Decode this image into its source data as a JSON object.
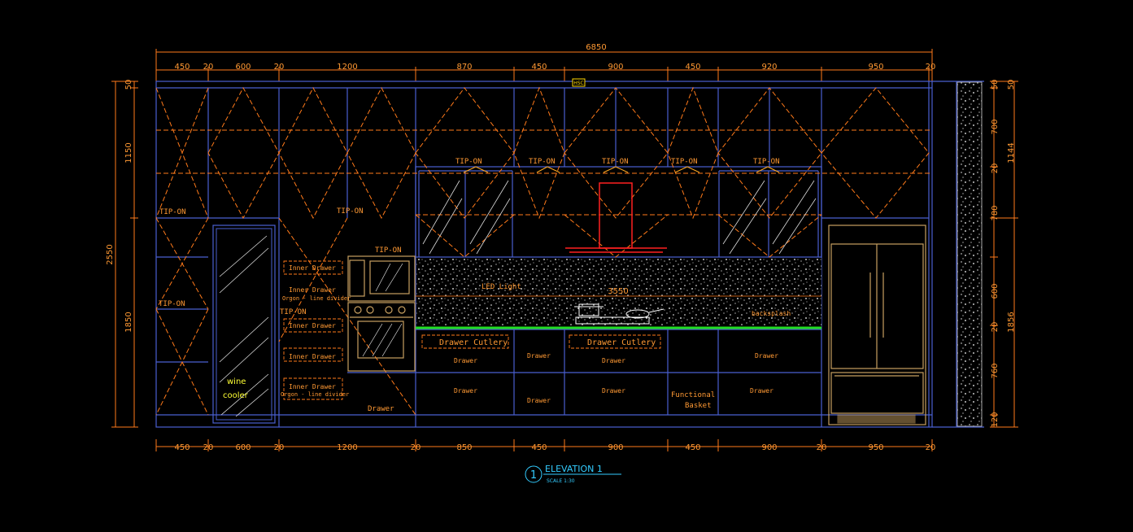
{
  "drawing": {
    "overall_width": "6850",
    "top_dims": [
      "450",
      "20",
      "600",
      "20",
      "1200",
      "870",
      "450",
      "900",
      "450",
      "920",
      "950",
      "20"
    ],
    "bottom_dims": [
      "450",
      "20",
      "600",
      "20",
      "1200",
      "20",
      "850",
      "450",
      "900",
      "450",
      "900",
      "20",
      "950",
      "20"
    ],
    "left_dims": [
      "50",
      "1150",
      "2550",
      "1850"
    ],
    "right_dims": [
      "50",
      "700",
      "20",
      "780",
      "600",
      "20",
      "760",
      "120",
      "50",
      "1144",
      "1856"
    ],
    "labels": {
      "tip_on": "TIP-ON",
      "inner_drawer": "Inner Drawer",
      "orgon_divider": "Orgon - line divider",
      "drawer": "Drawer",
      "drawer_cutlery": "Drawer Cutlery",
      "led_light": "LED Light",
      "dim_3550": "3550",
      "backsplash": "backsplash",
      "functional": "Functional",
      "basket": "Basket",
      "wine": "wine",
      "cooler": "cooler",
      "tag": "HSC"
    },
    "title": {
      "number": "1",
      "name": "ELEVATION 1",
      "scale": "SCALE 1:30"
    }
  },
  "colors": {
    "outline": "#4a5fd0",
    "dashed": "#ff7a1a",
    "text": "#ff9933",
    "wine_text": "#ffff33",
    "hood": "#ff2020",
    "counter": "#22dd22",
    "title": "#33ccff",
    "appliance": "#c8a060"
  }
}
